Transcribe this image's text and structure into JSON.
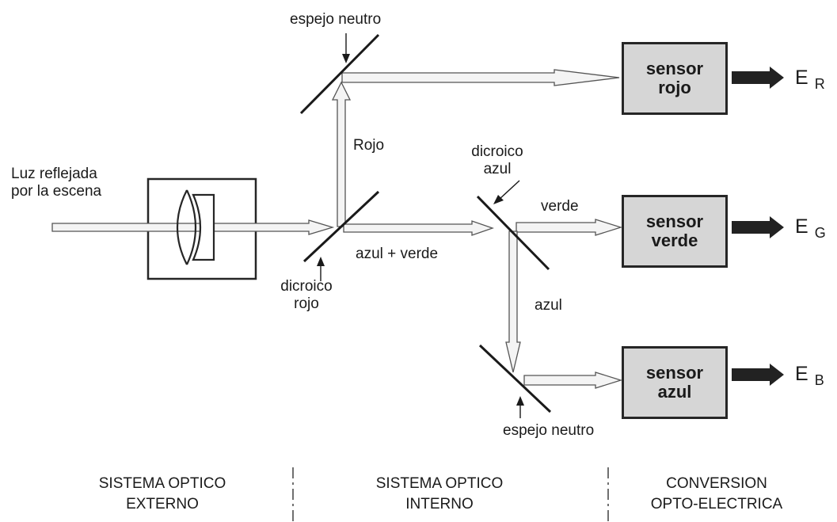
{
  "labels": {
    "input_light_line1": "Luz reflejada",
    "input_light_line2": "por la escena",
    "neutral_mirror_top": "espejo neutro",
    "red_beam": "Rojo",
    "dichroic_blue_line1": "dicroico",
    "dichroic_blue_line2": "azul",
    "green_beam": "verde",
    "blue_green_beam": "azul + verde",
    "dichroic_red_line1": "dicroico",
    "dichroic_red_line2": "rojo",
    "blue_beam": "azul",
    "neutral_mirror_bottom": "espejo neutro"
  },
  "sensors": [
    {
      "line1": "sensor",
      "line2": "rojo",
      "output": "E",
      "sub": "R"
    },
    {
      "line1": "sensor",
      "line2": "verde",
      "output": "E",
      "sub": "G"
    },
    {
      "line1": "sensor",
      "line2": "azul",
      "output": "E",
      "sub": "B"
    }
  ],
  "sections": [
    {
      "line1": "SISTEMA OPTICO",
      "line2": "EXTERNO"
    },
    {
      "line1": "SISTEMA OPTICO",
      "line2": "INTERNO"
    },
    {
      "line1": "CONVERSION",
      "line2": "OPTO-ELECTRICA"
    }
  ],
  "colors": {
    "beam_fill": "#f4f4f4",
    "line": "#262626",
    "sensor_fill": "#d6d6d6"
  }
}
